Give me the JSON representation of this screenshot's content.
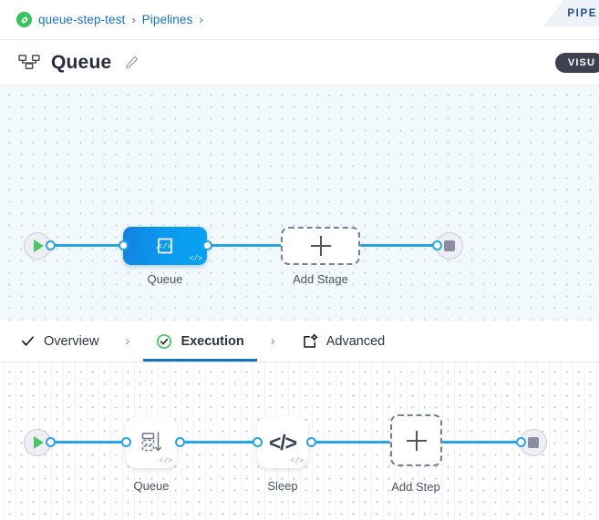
{
  "breadcrumb": {
    "project_icon": "pipeline-link-icon",
    "items": [
      {
        "label": "queue-step-test"
      },
      {
        "label": "Pipelines"
      }
    ],
    "separator": "›",
    "link_color": "#1274c4"
  },
  "top_tab": {
    "label": "PIPE",
    "name": "pipelines-tab"
  },
  "header": {
    "icon": "pipeline-diagram-icon",
    "title": "Queue",
    "edit_icon": "pencil-icon",
    "badge": "VISU",
    "badge_color": "#3c4150"
  },
  "stage_canvas": {
    "name": "stage-graph-canvas",
    "background": "#f1f9fd",
    "start_node": {
      "icon": "play-icon",
      "name": "pipeline-start-node"
    },
    "end_node": {
      "icon": "stop-icon",
      "name": "pipeline-end-node"
    },
    "nodes": [
      {
        "label": "Queue",
        "type": "stage",
        "icon": "script-code-icon",
        "badge": "</>",
        "color": "#0b9bef"
      },
      {
        "label": "Add Stage",
        "type": "add",
        "icon": "plus-icon"
      }
    ]
  },
  "tabs": {
    "separator": "›",
    "items": [
      {
        "label": "Overview",
        "icon": "check-icon",
        "active": false
      },
      {
        "label": "Execution",
        "icon": "check-circle-icon",
        "active": true
      },
      {
        "label": "Advanced",
        "icon": "settings-window-icon",
        "active": false
      }
    ],
    "active_color": "#1274c4"
  },
  "step_canvas": {
    "name": "step-graph-canvas",
    "background": "#ffffff",
    "start_node": {
      "icon": "play-icon",
      "name": "execution-start-node"
    },
    "end_node": {
      "icon": "stop-icon",
      "name": "execution-end-node"
    },
    "nodes": [
      {
        "label": "Queue",
        "type": "step",
        "icon": "queue-batch-icon",
        "badge": "</>"
      },
      {
        "label": "Sleep",
        "type": "step",
        "icon": "code-brackets-icon",
        "badge": "</>"
      },
      {
        "label": "Add Step",
        "type": "add",
        "icon": "plus-icon"
      }
    ]
  },
  "edge_color": "#29a3e3"
}
